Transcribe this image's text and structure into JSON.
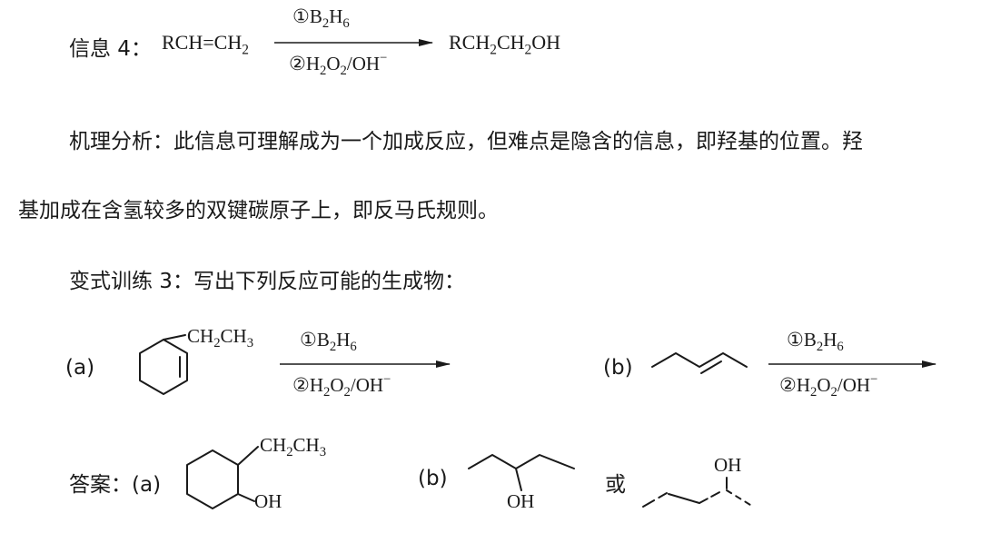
{
  "info": {
    "label": "信息 4：",
    "reactant": "RCH=CH",
    "reactant_sub": "2",
    "reagent1_prefix": "①B",
    "reagent1_sub1": "2",
    "reagent1_mid": "H",
    "reagent1_sub2": "6",
    "reagent2_prefix": "②H",
    "reagent2_sub1": "2",
    "reagent2_mid": "O",
    "reagent2_sub2": "2",
    "reagent2_tail": "/OH",
    "reagent2_sup": "−",
    "product_a": "RCH",
    "product_sub1": "2",
    "product_b": "CH",
    "product_sub2": "2",
    "product_c": "OH"
  },
  "mechanism": {
    "line1": "机理分析：此信息可理解成为一个加成反应，但难点是隐含的信息，即羟基的位置。羟",
    "line2": "基加成在含氢较多的双键碳原子上，即反马氏规则。"
  },
  "exercise": {
    "title": "变式训练 3：写出下列反应可能的生成物：",
    "a_label": "(a)",
    "a_substituent": "CH",
    "a_sub1": "2",
    "a_substituent_b": "CH",
    "a_sub2": "3",
    "b_label": "(b)",
    "reagent1_prefix": "①B",
    "reagent1_sub1": "2",
    "reagent1_mid": "H",
    "reagent1_sub2": "6",
    "reagent2_prefix": "②H",
    "reagent2_sub1": "2",
    "reagent2_mid": "O",
    "reagent2_sub2": "2",
    "reagent2_tail": "/OH",
    "reagent2_sup": "−"
  },
  "answer": {
    "label": "答案：(a)",
    "a_substituent": "CH",
    "a_sub1": "2",
    "a_substituent_b": "CH",
    "a_sub2": "3",
    "a_oh": "OH",
    "b_label": "(b)",
    "b_oh": "OH",
    "or_text": "或",
    "b2_oh": "OH"
  }
}
